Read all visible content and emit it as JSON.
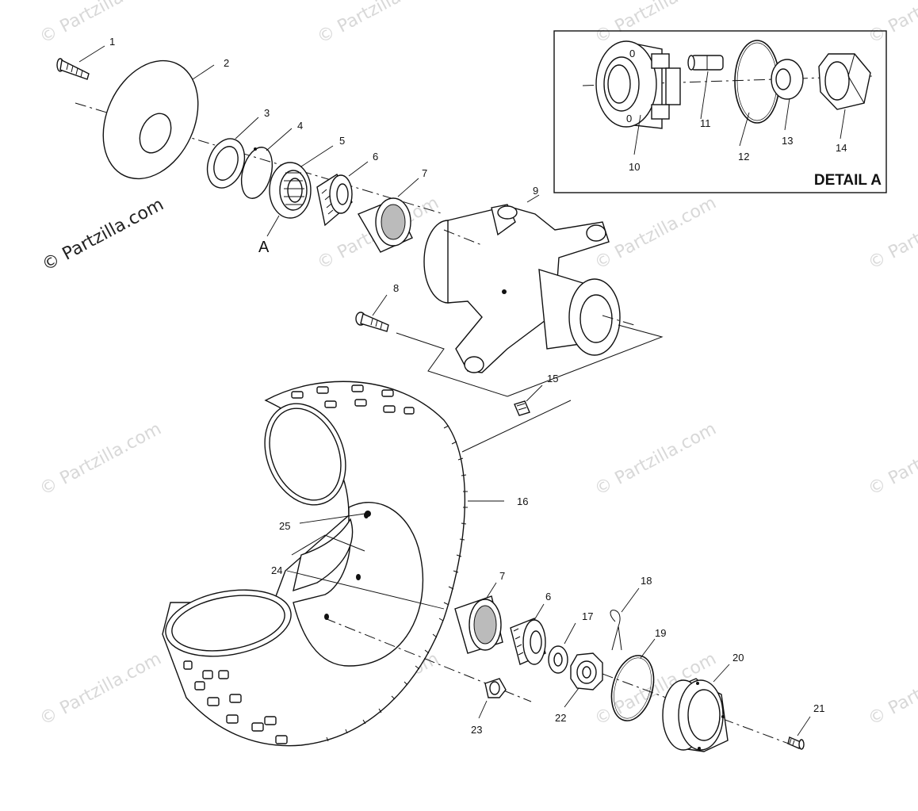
{
  "watermark": {
    "text": "© Partzilla.com",
    "color": "#d8d8d8",
    "main_color": "#222222"
  },
  "detail_box": {
    "title": "DETAIL A"
  },
  "callouts": {
    "detail_ref": "A",
    "p1": "1",
    "p2": "2",
    "p3": "3",
    "p4": "4",
    "p5": "5",
    "p6": "6",
    "p6b": "6",
    "p7": "7",
    "p7b": "7",
    "p8": "8",
    "p9": "9",
    "p10": "10",
    "p11": "11",
    "p12": "12",
    "p13": "13",
    "p14": "14",
    "p15": "15",
    "p16": "16",
    "p17": "17",
    "p18": "18",
    "p19": "19",
    "p20": "20",
    "p21": "21",
    "p22": "22",
    "p23": "23",
    "p24": "24",
    "p25": "25"
  },
  "colors": {
    "line": "#111111",
    "background": "#ffffff"
  }
}
